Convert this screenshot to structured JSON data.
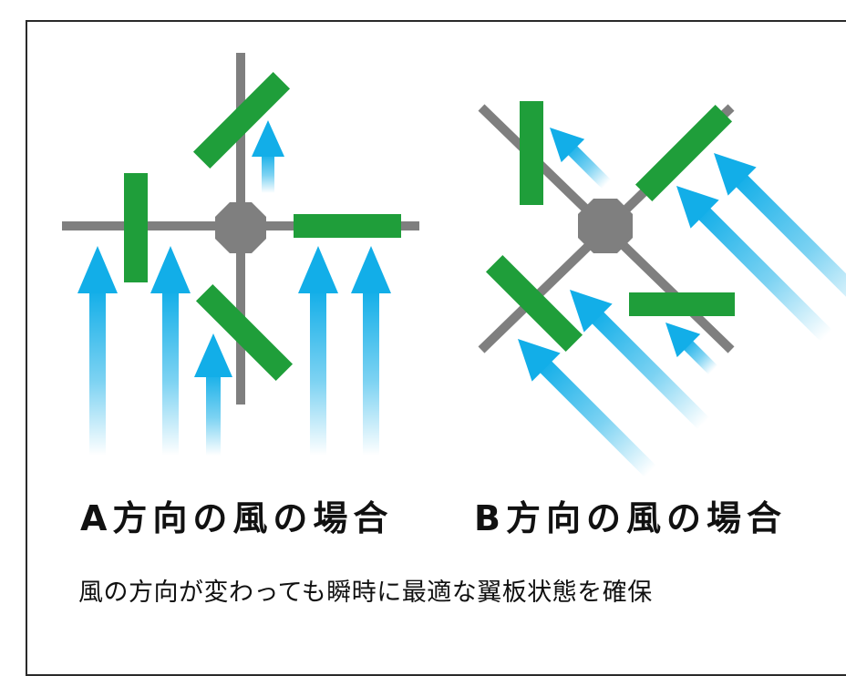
{
  "diagrams": [
    {
      "id": "a",
      "caption": "A方向の風の場合"
    },
    {
      "id": "b",
      "caption": "B方向の風の場合"
    }
  ],
  "description": "風の方向が変わっても瞬時に最適な翼板状態を確保",
  "colors": {
    "frame": "#2a2a2a",
    "arm": "#7f7f7f",
    "hub": "#7f7f7f",
    "blade": "#1f9e3a",
    "arrow": "#12aee8",
    "text": "#111111"
  },
  "icons": [
    "hub-icon",
    "blade-icon",
    "wind-arrow-icon"
  ]
}
